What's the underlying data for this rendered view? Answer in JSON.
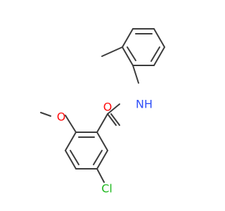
{
  "molecule": {
    "atoms": {
      "oxygen_carbonyl": {
        "label": "O"
      },
      "nitrogen_amide": {
        "label": "NH"
      },
      "oxygen_methoxy": {
        "label": "O"
      },
      "chlorine": {
        "label": "Cl"
      }
    },
    "colors": {
      "bond": "#3c3c3c",
      "oxygen": "#ff0d0d",
      "nitrogen": "#3050f8",
      "chlorine": "#1fb91f"
    }
  }
}
